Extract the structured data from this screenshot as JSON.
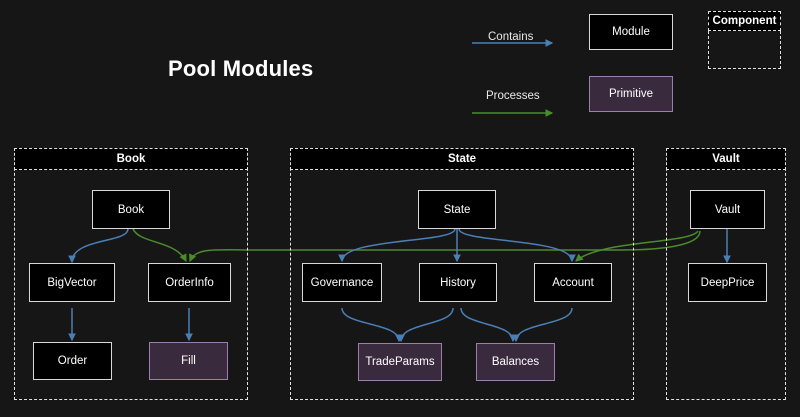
{
  "page": {
    "title": "Pool Modules",
    "background_color": "#161616"
  },
  "colors": {
    "contains_edge": "#4a7fb5",
    "processes_edge": "#3d7a28",
    "module_fill": "#000000",
    "module_border": "#d8d8d8",
    "primitive_fill": "#3a2a3e",
    "primitive_border": "#9b7fa8",
    "group_border": "#e2e2e2",
    "text": "#ffffff"
  },
  "legend": {
    "contains_label": "Contains",
    "processes_label": "Processes",
    "module_label": "Module",
    "primitive_label": "Primitive",
    "component_label": "Component"
  },
  "groups": [
    {
      "name": "Book",
      "label": "Book"
    },
    {
      "name": "State",
      "label": "State"
    },
    {
      "name": "Vault",
      "label": "Vault"
    }
  ],
  "nodes": {
    "book": {
      "label": "Book",
      "type": "module",
      "group": "Book"
    },
    "bigvector": {
      "label": "BigVector",
      "type": "module",
      "group": "Book"
    },
    "orderinfo": {
      "label": "OrderInfo",
      "type": "module",
      "group": "Book"
    },
    "order": {
      "label": "Order",
      "type": "module",
      "group": "Book"
    },
    "fill": {
      "label": "Fill",
      "type": "primitive",
      "group": "Book"
    },
    "state": {
      "label": "State",
      "type": "module",
      "group": "State"
    },
    "governance": {
      "label": "Governance",
      "type": "module",
      "group": "State"
    },
    "history": {
      "label": "History",
      "type": "module",
      "group": "State"
    },
    "account": {
      "label": "Account",
      "type": "module",
      "group": "State"
    },
    "tradeparams": {
      "label": "TradeParams",
      "type": "primitive",
      "group": "State"
    },
    "balances": {
      "label": "Balances",
      "type": "primitive",
      "group": "State"
    },
    "vault": {
      "label": "Vault",
      "type": "module",
      "group": "Vault"
    },
    "deepprice": {
      "label": "DeepPrice",
      "type": "module",
      "group": "Vault"
    }
  },
  "edges": [
    {
      "from": "book",
      "to": "bigvector",
      "kind": "contains"
    },
    {
      "from": "bigvector",
      "to": "order",
      "kind": "contains"
    },
    {
      "from": "orderinfo",
      "to": "fill",
      "kind": "contains"
    },
    {
      "from": "state",
      "to": "governance",
      "kind": "contains"
    },
    {
      "from": "state",
      "to": "history",
      "kind": "contains"
    },
    {
      "from": "state",
      "to": "account",
      "kind": "contains"
    },
    {
      "from": "governance",
      "to": "tradeparams",
      "kind": "contains"
    },
    {
      "from": "history",
      "to": "tradeparams",
      "kind": "contains"
    },
    {
      "from": "history",
      "to": "balances",
      "kind": "contains"
    },
    {
      "from": "account",
      "to": "balances",
      "kind": "contains"
    },
    {
      "from": "vault",
      "to": "deepprice",
      "kind": "contains"
    },
    {
      "from": "book",
      "to": "orderinfo",
      "kind": "processes"
    },
    {
      "from": "vault",
      "to": "account",
      "kind": "processes"
    },
    {
      "from": "state",
      "to": "orderinfo",
      "kind": "processes"
    }
  ]
}
